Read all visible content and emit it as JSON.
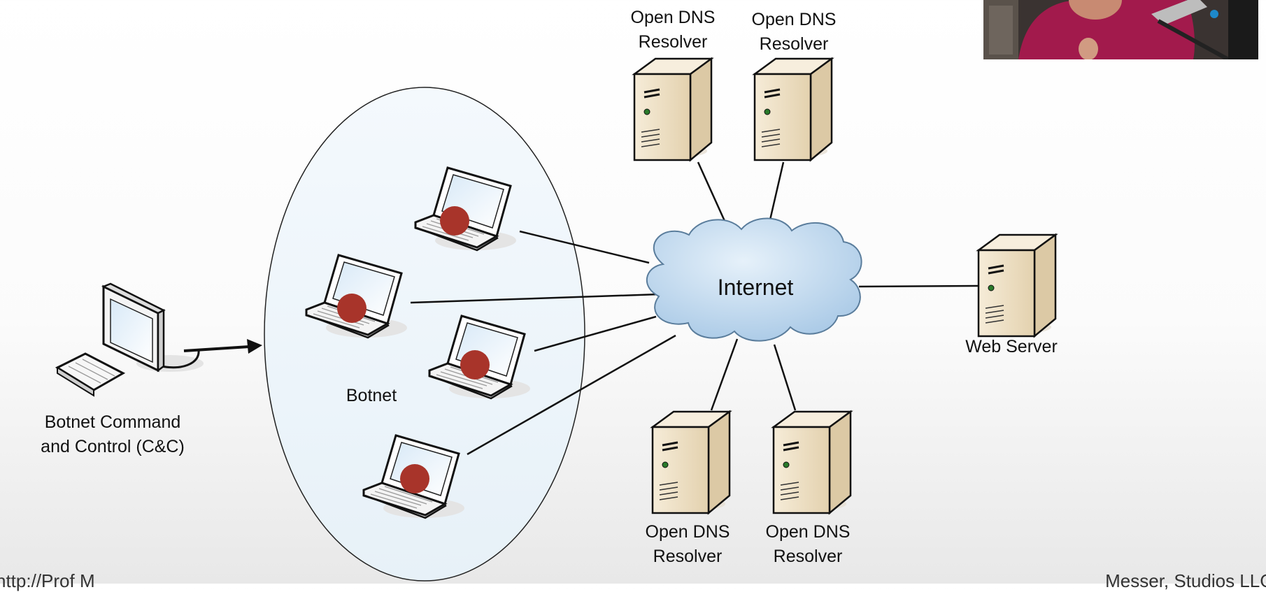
{
  "diagram": {
    "cc_label_line1": "Botnet Command",
    "cc_label_line2": "and Control (C&C)",
    "botnet_label": "Botnet",
    "internet_label": "Internet",
    "web_server_label": "Web Server",
    "resolvers": [
      {
        "line1": "Open DNS",
        "line2": "Resolver"
      },
      {
        "line1": "Open DNS",
        "line2": "Resolver"
      },
      {
        "line1": "Open DNS",
        "line2": "Resolver"
      },
      {
        "line1": "Open DNS",
        "line2": "Resolver"
      }
    ]
  },
  "footer": {
    "left_text": "http://Prof   M",
    "right_text": "Messer, Studios LLC"
  },
  "colors": {
    "bot_dot": "#a8342a",
    "server_body": "#ebdcc0",
    "cloud_fill": "#b9d5ec",
    "ellipse_fill": "#eef6fb"
  },
  "icons": [
    "desktop-computer-icon",
    "laptop-icon",
    "server-icon",
    "cloud-icon"
  ]
}
